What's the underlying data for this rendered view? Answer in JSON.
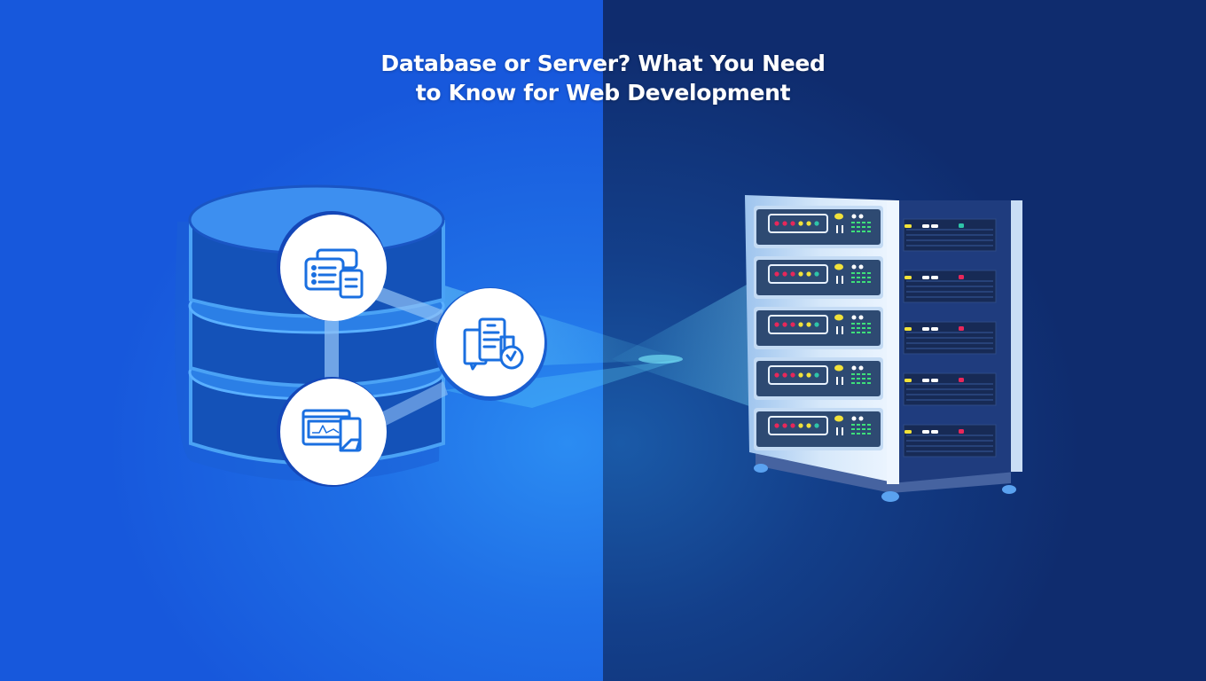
{
  "title": {
    "line1": "Database or Server? What You Need",
    "line2": "to Know for Web Development"
  },
  "colors": {
    "left_background": "#1f6fe6",
    "right_background": "#133f8a",
    "text": "#ffffff",
    "icon_stroke": "#1a6fe0",
    "led_red": "#e8275a",
    "led_yellow": "#f2e23a",
    "led_teal": "#2ec4a8",
    "led_green": "#3ee07a"
  },
  "illustration": {
    "left": "database-cylinder",
    "right": "server-rack",
    "database_badges": [
      "document-list-icon",
      "analytics-chart-icon",
      "verified-checklist-icon"
    ],
    "server_units": 5
  }
}
